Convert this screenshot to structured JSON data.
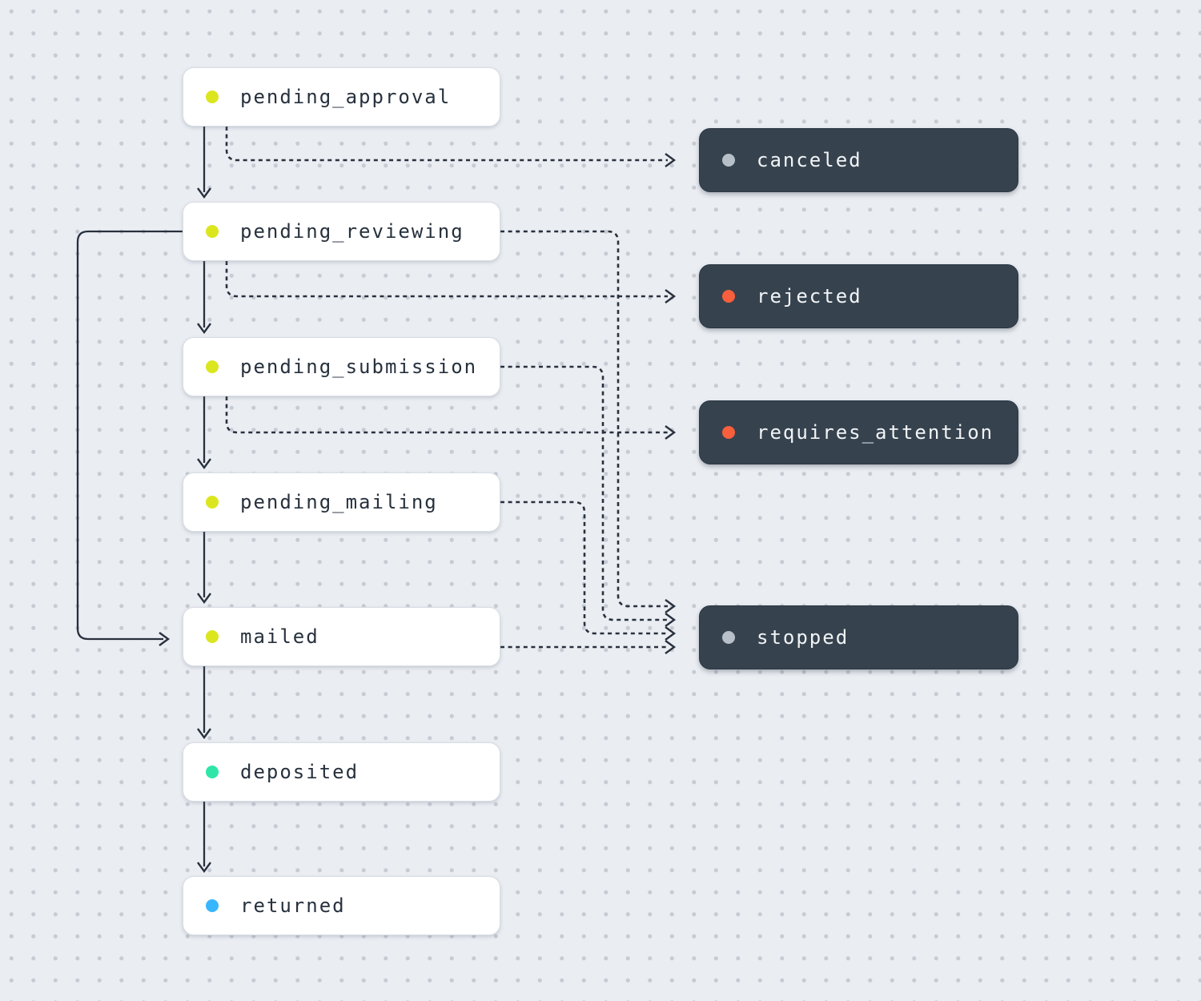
{
  "diagram": {
    "title": "state-transition-flow",
    "background_color": "#eaedf2",
    "grid_dot_color": "#c6cbd4",
    "edge_color": "#28313d",
    "node_colors": {
      "light_bg": "#ffffff",
      "dark_bg": "#36434f",
      "light_text": "#27313d",
      "dark_text": "#f2f4f6"
    },
    "dot_colors": {
      "pending": "#dce61f",
      "success": "#2ee6a8",
      "info": "#38b6fd",
      "neutral": "#b7bfc9",
      "error": "#f95e3d"
    },
    "nodes": [
      {
        "id": "pending_approval",
        "label": "pending_approval",
        "kind": "light",
        "dot_color": "#dce61f"
      },
      {
        "id": "pending_reviewing",
        "label": "pending_reviewing",
        "kind": "light",
        "dot_color": "#dce61f"
      },
      {
        "id": "pending_submission",
        "label": "pending_submission",
        "kind": "light",
        "dot_color": "#dce61f"
      },
      {
        "id": "pending_mailing",
        "label": "pending_mailing",
        "kind": "light",
        "dot_color": "#dce61f"
      },
      {
        "id": "mailed",
        "label": "mailed",
        "kind": "light",
        "dot_color": "#dce61f"
      },
      {
        "id": "deposited",
        "label": "deposited",
        "kind": "light",
        "dot_color": "#2ee6a8"
      },
      {
        "id": "returned",
        "label": "returned",
        "kind": "light",
        "dot_color": "#38b6fd"
      },
      {
        "id": "canceled",
        "label": "canceled",
        "kind": "dark",
        "dot_color": "#b7bfc9"
      },
      {
        "id": "rejected",
        "label": "rejected",
        "kind": "dark",
        "dot_color": "#f95e3d"
      },
      {
        "id": "requires_attention",
        "label": "requires_attention",
        "kind": "dark",
        "dot_color": "#f95e3d"
      },
      {
        "id": "stopped",
        "label": "stopped",
        "kind": "dark",
        "dot_color": "#b7bfc9"
      }
    ],
    "edges": [
      {
        "from": "pending_approval",
        "to": "pending_reviewing",
        "style": "solid"
      },
      {
        "from": "pending_reviewing",
        "to": "pending_submission",
        "style": "solid"
      },
      {
        "from": "pending_submission",
        "to": "pending_mailing",
        "style": "solid"
      },
      {
        "from": "pending_mailing",
        "to": "mailed",
        "style": "solid"
      },
      {
        "from": "mailed",
        "to": "deposited",
        "style": "solid"
      },
      {
        "from": "deposited",
        "to": "returned",
        "style": "solid"
      },
      {
        "from": "pending_reviewing",
        "to": "mailed",
        "style": "solid"
      },
      {
        "from": "pending_approval",
        "to": "canceled",
        "style": "dashed"
      },
      {
        "from": "pending_reviewing",
        "to": "rejected",
        "style": "dashed"
      },
      {
        "from": "pending_submission",
        "to": "requires_attention",
        "style": "dashed"
      },
      {
        "from": "pending_reviewing",
        "to": "stopped",
        "style": "dashed"
      },
      {
        "from": "pending_submission",
        "to": "stopped",
        "style": "dashed"
      },
      {
        "from": "pending_mailing",
        "to": "stopped",
        "style": "dashed"
      },
      {
        "from": "mailed",
        "to": "stopped",
        "style": "dashed"
      }
    ]
  }
}
